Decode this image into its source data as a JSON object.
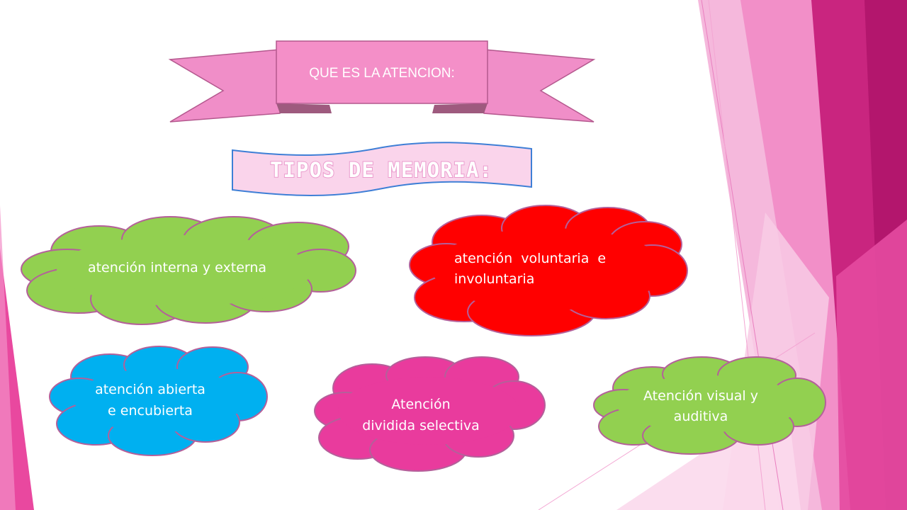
{
  "slide": {
    "title": "QUE ES LA ATENCION:",
    "subtitle": "TIPOS DE MEMORIA:"
  },
  "clouds": [
    {
      "lines": [
        "atención interna y externa"
      ],
      "color": "#92d050"
    },
    {
      "lines": [
        "atención  voluntaria  e",
        "involuntaria"
      ],
      "color": "#ff0000"
    },
    {
      "lines": [
        "atención abierta",
        "e encubierta"
      ],
      "color": "#00b0f0"
    },
    {
      "lines": [
        "Atención",
        "dividida selectiva"
      ],
      "color": "#e93b9d"
    },
    {
      "lines": [
        "Atención visual y",
        "auditiva"
      ],
      "color": "#92d050"
    }
  ],
  "colors": {
    "banner_fill": "#f08ec8",
    "banner_stroke": "#b4588e",
    "subtitle_fill": "#fad4eb",
    "subtitle_stroke": "#3e7fd6",
    "accent_pink": "#e9489f",
    "dark_magenta": "#b3166d"
  }
}
